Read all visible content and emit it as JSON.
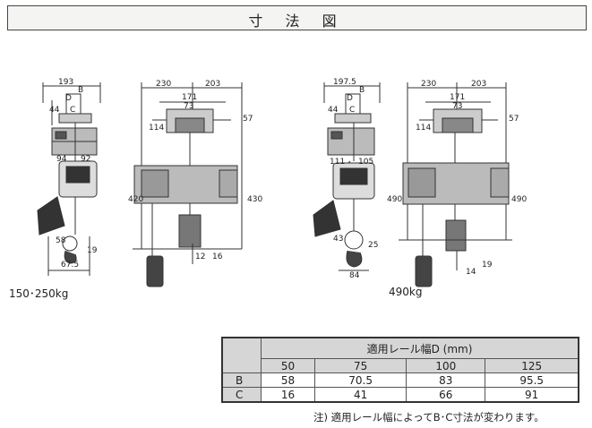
{
  "title": "寸 法 図",
  "left_model": {
    "label": "150･250kg",
    "dims": {
      "d193": "193",
      "dB": "B",
      "dD": "D",
      "dC": "C",
      "d44": "44",
      "d94": "94",
      "d92": "92",
      "d58": "58",
      "d19": "19",
      "d675": "67.5",
      "d230": "230",
      "d203": "203",
      "d171": "171",
      "d73": "73",
      "d114": "114",
      "d57": "57",
      "d420": "420",
      "d430": "430",
      "d12": "12",
      "d16": "16"
    }
  },
  "right_model": {
    "label": "490kg",
    "dims": {
      "d1975": "197.5",
      "dB": "B",
      "dD": "D",
      "dC": "C",
      "d44": "44",
      "d111": "111",
      "d105": "105",
      "d43": "43",
      "d25": "25",
      "d84": "84",
      "d230": "230",
      "d203": "203",
      "d171": "171",
      "d73": "73",
      "d114": "114",
      "d57": "57",
      "d490a": "490",
      "d490b": "490",
      "d14": "14",
      "d19": "19"
    }
  },
  "table": {
    "caption": "適用レール幅D (mm)",
    "widths": [
      "50",
      "75",
      "100",
      "125"
    ],
    "rows": [
      {
        "label": "B",
        "values": [
          "58",
          "70.5",
          "83",
          "95.5"
        ]
      },
      {
        "label": "C",
        "values": [
          "16",
          "41",
          "66",
          "91"
        ]
      }
    ]
  },
  "note": "注) 適用レール幅によってB･C寸法が変わります。"
}
